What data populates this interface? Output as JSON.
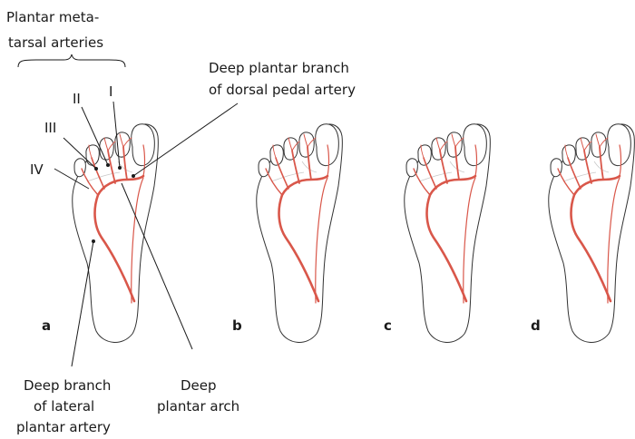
{
  "colors": {
    "artery": "#d9574a",
    "outline": "#333333",
    "text": "#1a1a1a"
  },
  "labels": {
    "plantar_metatarsal_l1": "Plantar meta-",
    "plantar_metatarsal_l2": "tarsal arteries",
    "deep_plantar_branch_l1": "Deep plantar branch",
    "deep_plantar_branch_l2": "of dorsal pedal artery",
    "numeral_1": "I",
    "numeral_2": "II",
    "numeral_3": "III",
    "numeral_4": "IV",
    "deep_branch_l1": "Deep branch",
    "deep_branch_l2": "of lateral",
    "deep_branch_l3": "plantar artery",
    "deep_arch_l1": "Deep",
    "deep_arch_l2": "plantar arch"
  },
  "panels": [
    {
      "letter": "a"
    },
    {
      "letter": "b"
    },
    {
      "letter": "c"
    },
    {
      "letter": "d"
    }
  ]
}
